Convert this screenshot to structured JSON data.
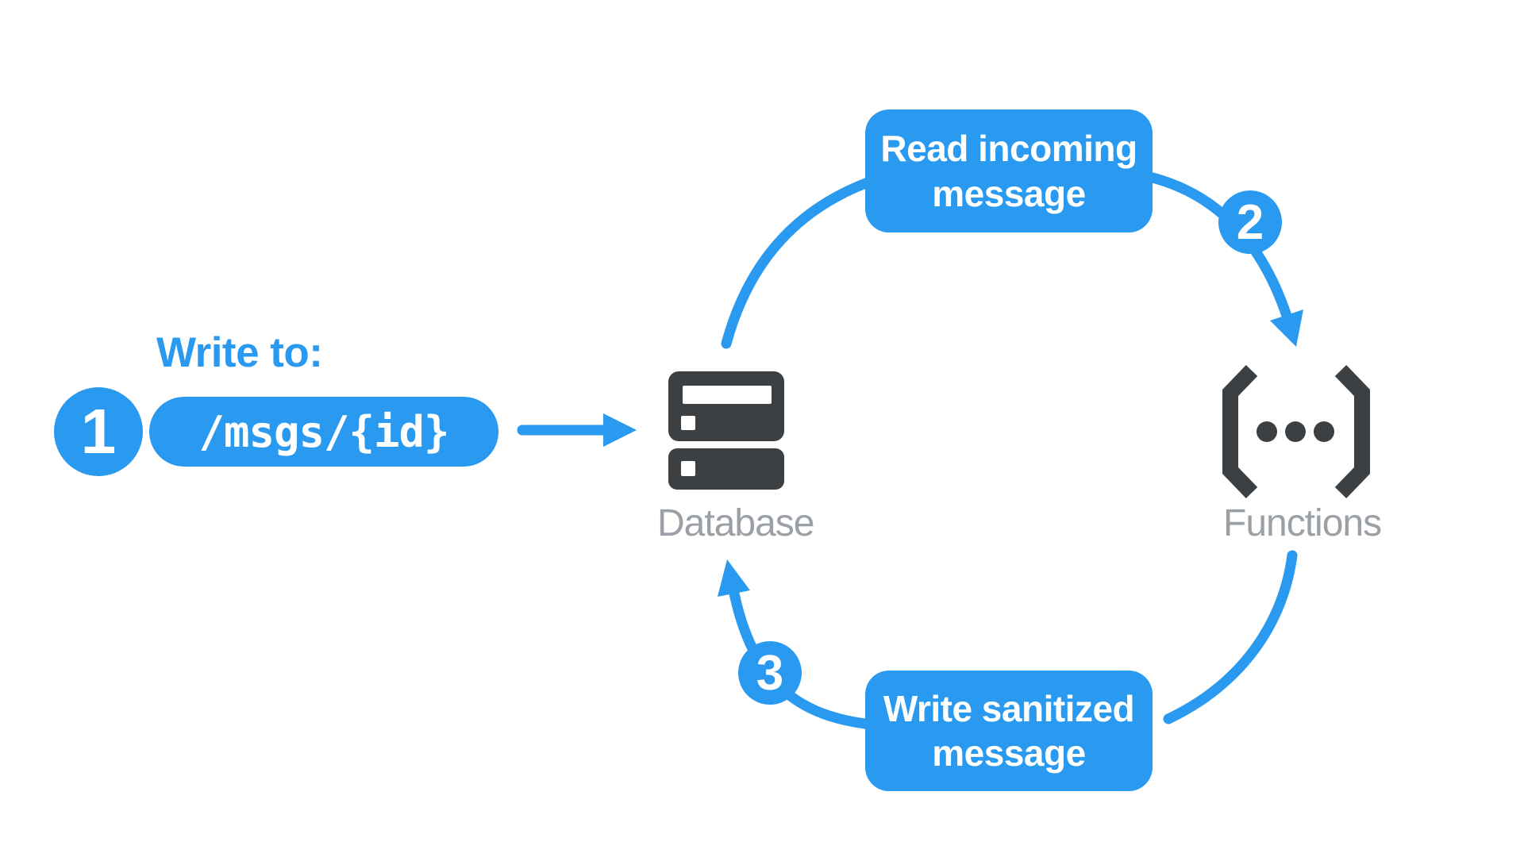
{
  "palette": {
    "blue": "#299AEF",
    "dark": "#3C4043",
    "labelgray": "#9AA0A6",
    "white": "#FFFFFF"
  },
  "step1": {
    "number": "1",
    "heading": "Write to:",
    "path": "/msgs/{id}"
  },
  "step2": {
    "number": "2",
    "badge_line1": "Read incoming",
    "badge_line2": "message"
  },
  "step3": {
    "number": "3",
    "badge_line1": "Write sanitized",
    "badge_line2": "message"
  },
  "nodes": {
    "database": {
      "label": "Database",
      "icon": "server-stack-icon"
    },
    "functions": {
      "label": "Functions",
      "icon": "code-brackets-dots-icon"
    }
  }
}
